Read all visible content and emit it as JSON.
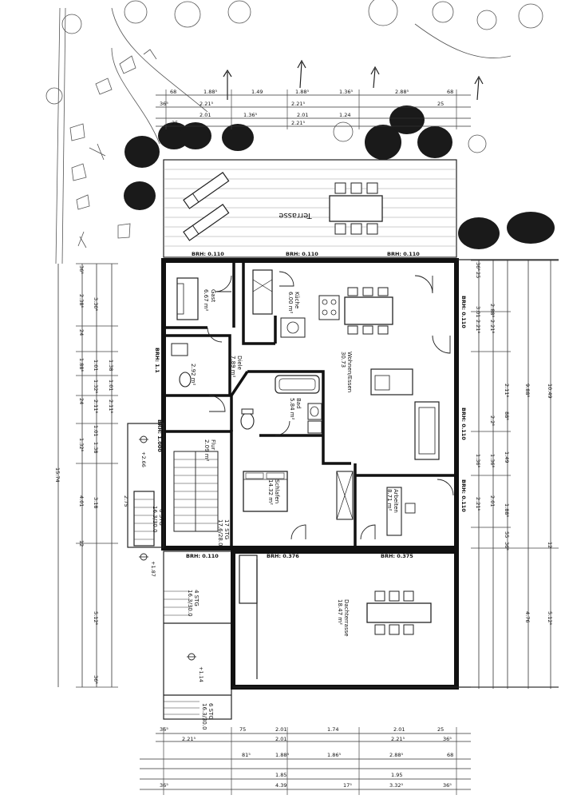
{
  "rooms": {
    "terrasse": {
      "name": "Terrasse"
    },
    "gast": {
      "name": "Gast",
      "area": "6.67 m²"
    },
    "kueche": {
      "name": "Küche",
      "area": "6.00 m²"
    },
    "wc": {
      "area": "2.92 m²"
    },
    "diele": {
      "name": "Diele",
      "area": "7.89 m²"
    },
    "bad": {
      "name": "Bad",
      "area": "5.84 m²"
    },
    "wohnen": {
      "name": "Wohnen/Essen",
      "area": "30.73"
    },
    "flur": {
      "name": "Flur",
      "area": "2.09 m²"
    },
    "schlafen": {
      "name": "Schlafen",
      "area": "14.32 m²"
    },
    "arbeiten": {
      "name": "Arbeiten",
      "area": "8.71 m²"
    },
    "dachterrasse": {
      "name": "Dachterrasse",
      "area": "18.47 m²"
    },
    "stair1": {
      "steps": "17 STG",
      "ratio": "17.6/28.0"
    },
    "stair2": {
      "steps": "6 STG",
      "ratio": "16.3/30.0"
    },
    "stair3": {
      "steps": "4 STG",
      "ratio": "16.3/30.0"
    },
    "stair4": {
      "steps": "6 STG",
      "ratio": "16.3/30.0"
    }
  },
  "brh": {
    "top1": "BRH: 0.110",
    "top2": "BRH: 0.110",
    "top3": "BRH: 0.110",
    "bottom1": "BRH: 0.110",
    "bottom2": "BRH: 0.376",
    "bottom3": "BRH: 0.375",
    "right1": "BRH: 0.110",
    "right2": "BRH: 0.110",
    "right3": "BRH: 0.110",
    "left1": "BRH: 1.1",
    "entry": "BRH: 1.000"
  },
  "levels": {
    "l1": "+2.66",
    "l2": "+1.87",
    "l3": "+1.14"
  },
  "dims": {
    "top_row1": [
      "68",
      "1.88⁵",
      "1.49",
      "1.88⁵",
      "1.36⁵",
      "2.88⁵",
      "68"
    ],
    "top_row2": [
      "36⁵",
      "2.21⁵",
      "2.21⁵",
      "25"
    ],
    "top_row3": [
      "2.01",
      "1.36⁵",
      "2.01",
      "1.24"
    ],
    "top_row4": [
      "25",
      "2.21⁵"
    ],
    "bottom_row1": [
      "36⁵",
      "75",
      "2.01",
      "1.74",
      "2.01",
      "25"
    ],
    "bottom_row2": [
      "2.21⁵",
      "2.01",
      "2.21⁵",
      "36⁵"
    ],
    "bottom_row3": [
      "81⁵",
      "1.88⁵",
      "1.86⁵",
      "2.88⁵",
      "68"
    ],
    "bottom_row4": [
      "1.85",
      "1.95"
    ],
    "bottom_row5": [
      "36⁵",
      "4.39",
      "17⁵",
      "3.32⁵",
      "36⁵"
    ],
    "left_col1": [
      "36⁵",
      "2.38⁵",
      "24",
      "1.88⁵",
      "24",
      "1.32⁵",
      "4.01",
      "12"
    ],
    "left_col2": [
      "3.30⁵",
      "1.01",
      "1.32⁵",
      "2.11⁵",
      "1.01",
      "1.38",
      "3.18",
      "5.12⁵",
      "36⁵"
    ],
    "left_col3": [
      "1.38",
      "1.01",
      "2.11⁵"
    ],
    "left_total": "15.74",
    "left_mid": "2.75",
    "right_col1": [
      "36⁵",
      "25",
      "2.88⁵",
      "2.21⁵",
      "3.01",
      "2.21⁵",
      "1.36⁵",
      "2.01",
      "2.21⁵",
      "36⁵",
      "12"
    ],
    "right_col2": [
      "2.11⁵",
      "1.49",
      "1.88⁵",
      "55",
      "4.76",
      "5.12⁵"
    ],
    "right_col3": [
      "88⁵",
      "2.2⁵",
      "1.36⁵"
    ],
    "right_total1": "9.88⁵",
    "right_total2": "10.49"
  }
}
